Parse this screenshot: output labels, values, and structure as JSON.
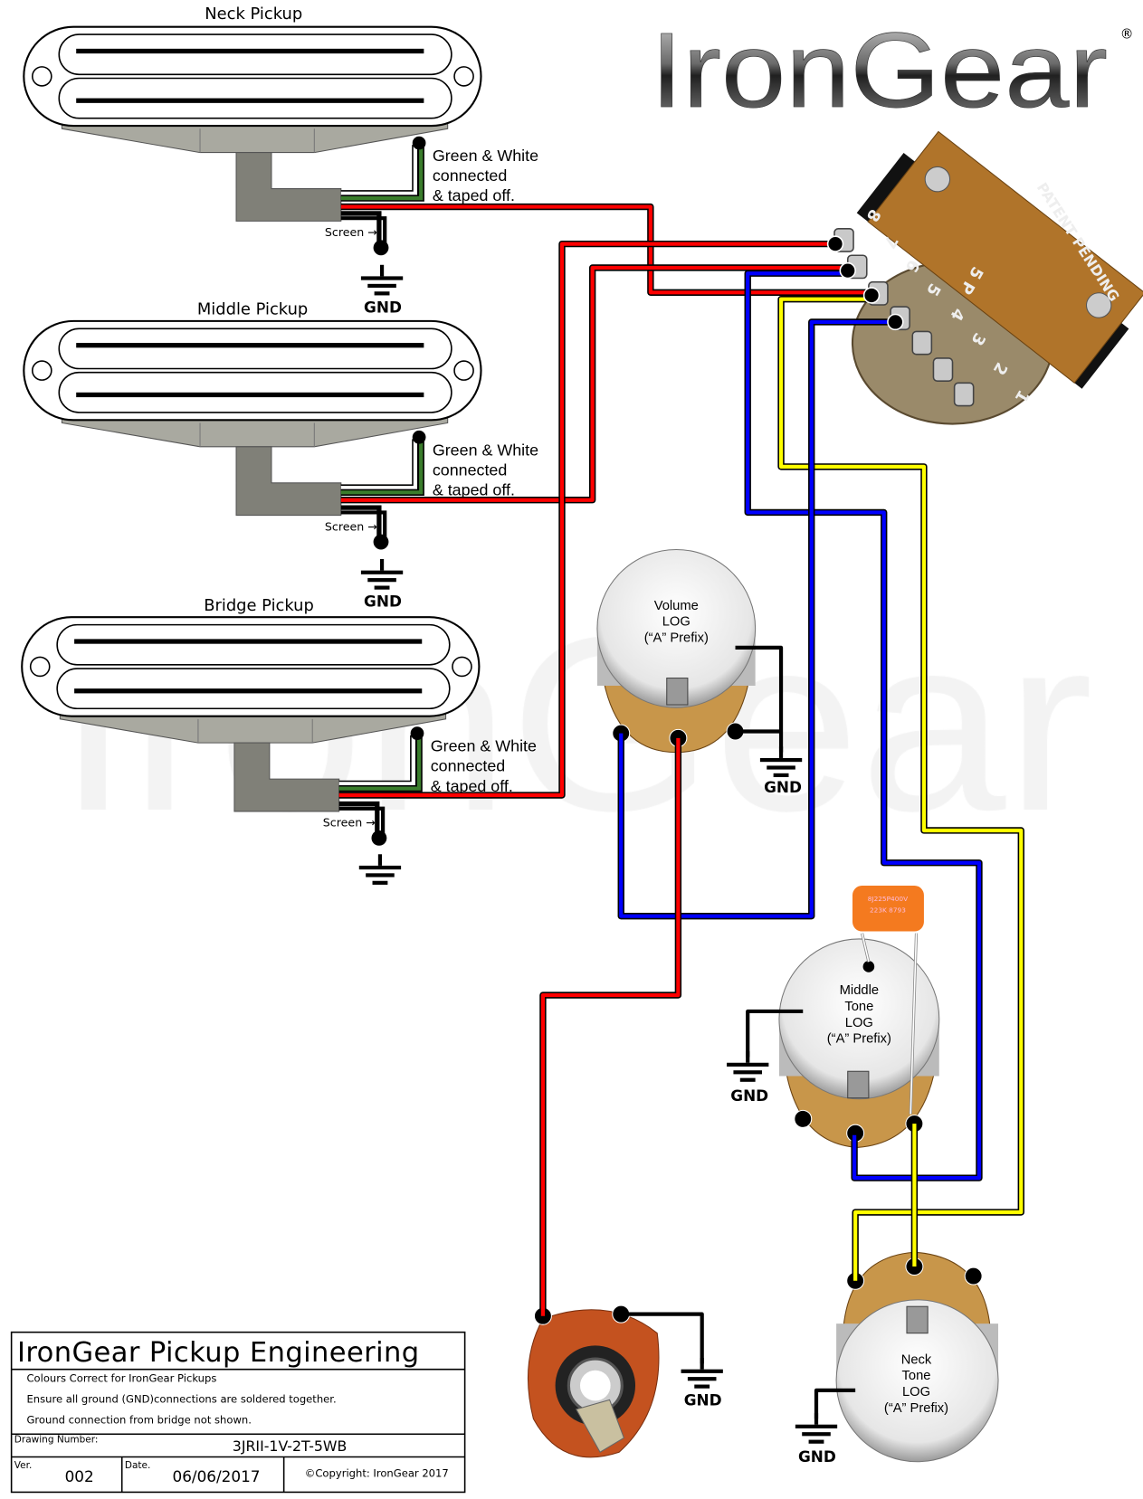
{
  "logo": {
    "text": "IronGear",
    "registered": "®",
    "watermark": "IronGear"
  },
  "pickups": [
    {
      "label": "Neck Pickup",
      "note": [
        "Green & White",
        "connected",
        "& taped off."
      ],
      "screen": "Screen",
      "gnd": "GND"
    },
    {
      "label": "Middle Pickup",
      "note": [
        "Green & White",
        "connected",
        "& taped off."
      ],
      "screen": "Screen",
      "gnd": "GND"
    },
    {
      "label": "Bridge Pickup",
      "note": [
        "Green & White",
        "connected",
        "& taped off."
      ],
      "screen": "Screen"
    }
  ],
  "switch": {
    "lugs": [
      "8",
      "7",
      "6",
      "5",
      "4",
      "3",
      "2",
      "1"
    ],
    "mark": "5 P",
    "patent": "PATENT PENDING"
  },
  "volume": {
    "lines": [
      "Volume",
      "LOG",
      "(“A” Prefix)"
    ],
    "gnd": "GND"
  },
  "middle_tone": {
    "lines": [
      "Middle",
      "Tone",
      "LOG",
      "(“A” Prefix)"
    ],
    "gnd": "GND"
  },
  "neck_tone": {
    "lines": [
      "Neck",
      "Tone",
      "LOG",
      "(“A” Prefix)"
    ],
    "gnd": "GND"
  },
  "capacitor": {
    "lines": [
      "8J225P400V",
      "223K 8793"
    ],
    "color": "#f47a1f"
  },
  "jack": {
    "gnd": "GND"
  },
  "title_block": {
    "title": "IronGear Pickup Engineering",
    "notes": [
      "Colours Correct for IronGear Pickups",
      "Ensure all ground (GND)connections are soldered together.",
      "Ground connection from bridge not shown."
    ],
    "drawing_number_label": "Drawing Number:",
    "drawing_number": "3JRII-1V-2T-5WB",
    "ver_label": "Ver.",
    "ver": "002",
    "date_label": "Date.",
    "date": "06/06/2017",
    "copyright": "©Copyright: IronGear 2017"
  },
  "colors": {
    "red": "#ff0000",
    "blue": "#0000ff",
    "yellow": "#ffff00",
    "green": "#2e7d32",
    "brass": "#c8964a",
    "pcb": "#b0742a"
  }
}
